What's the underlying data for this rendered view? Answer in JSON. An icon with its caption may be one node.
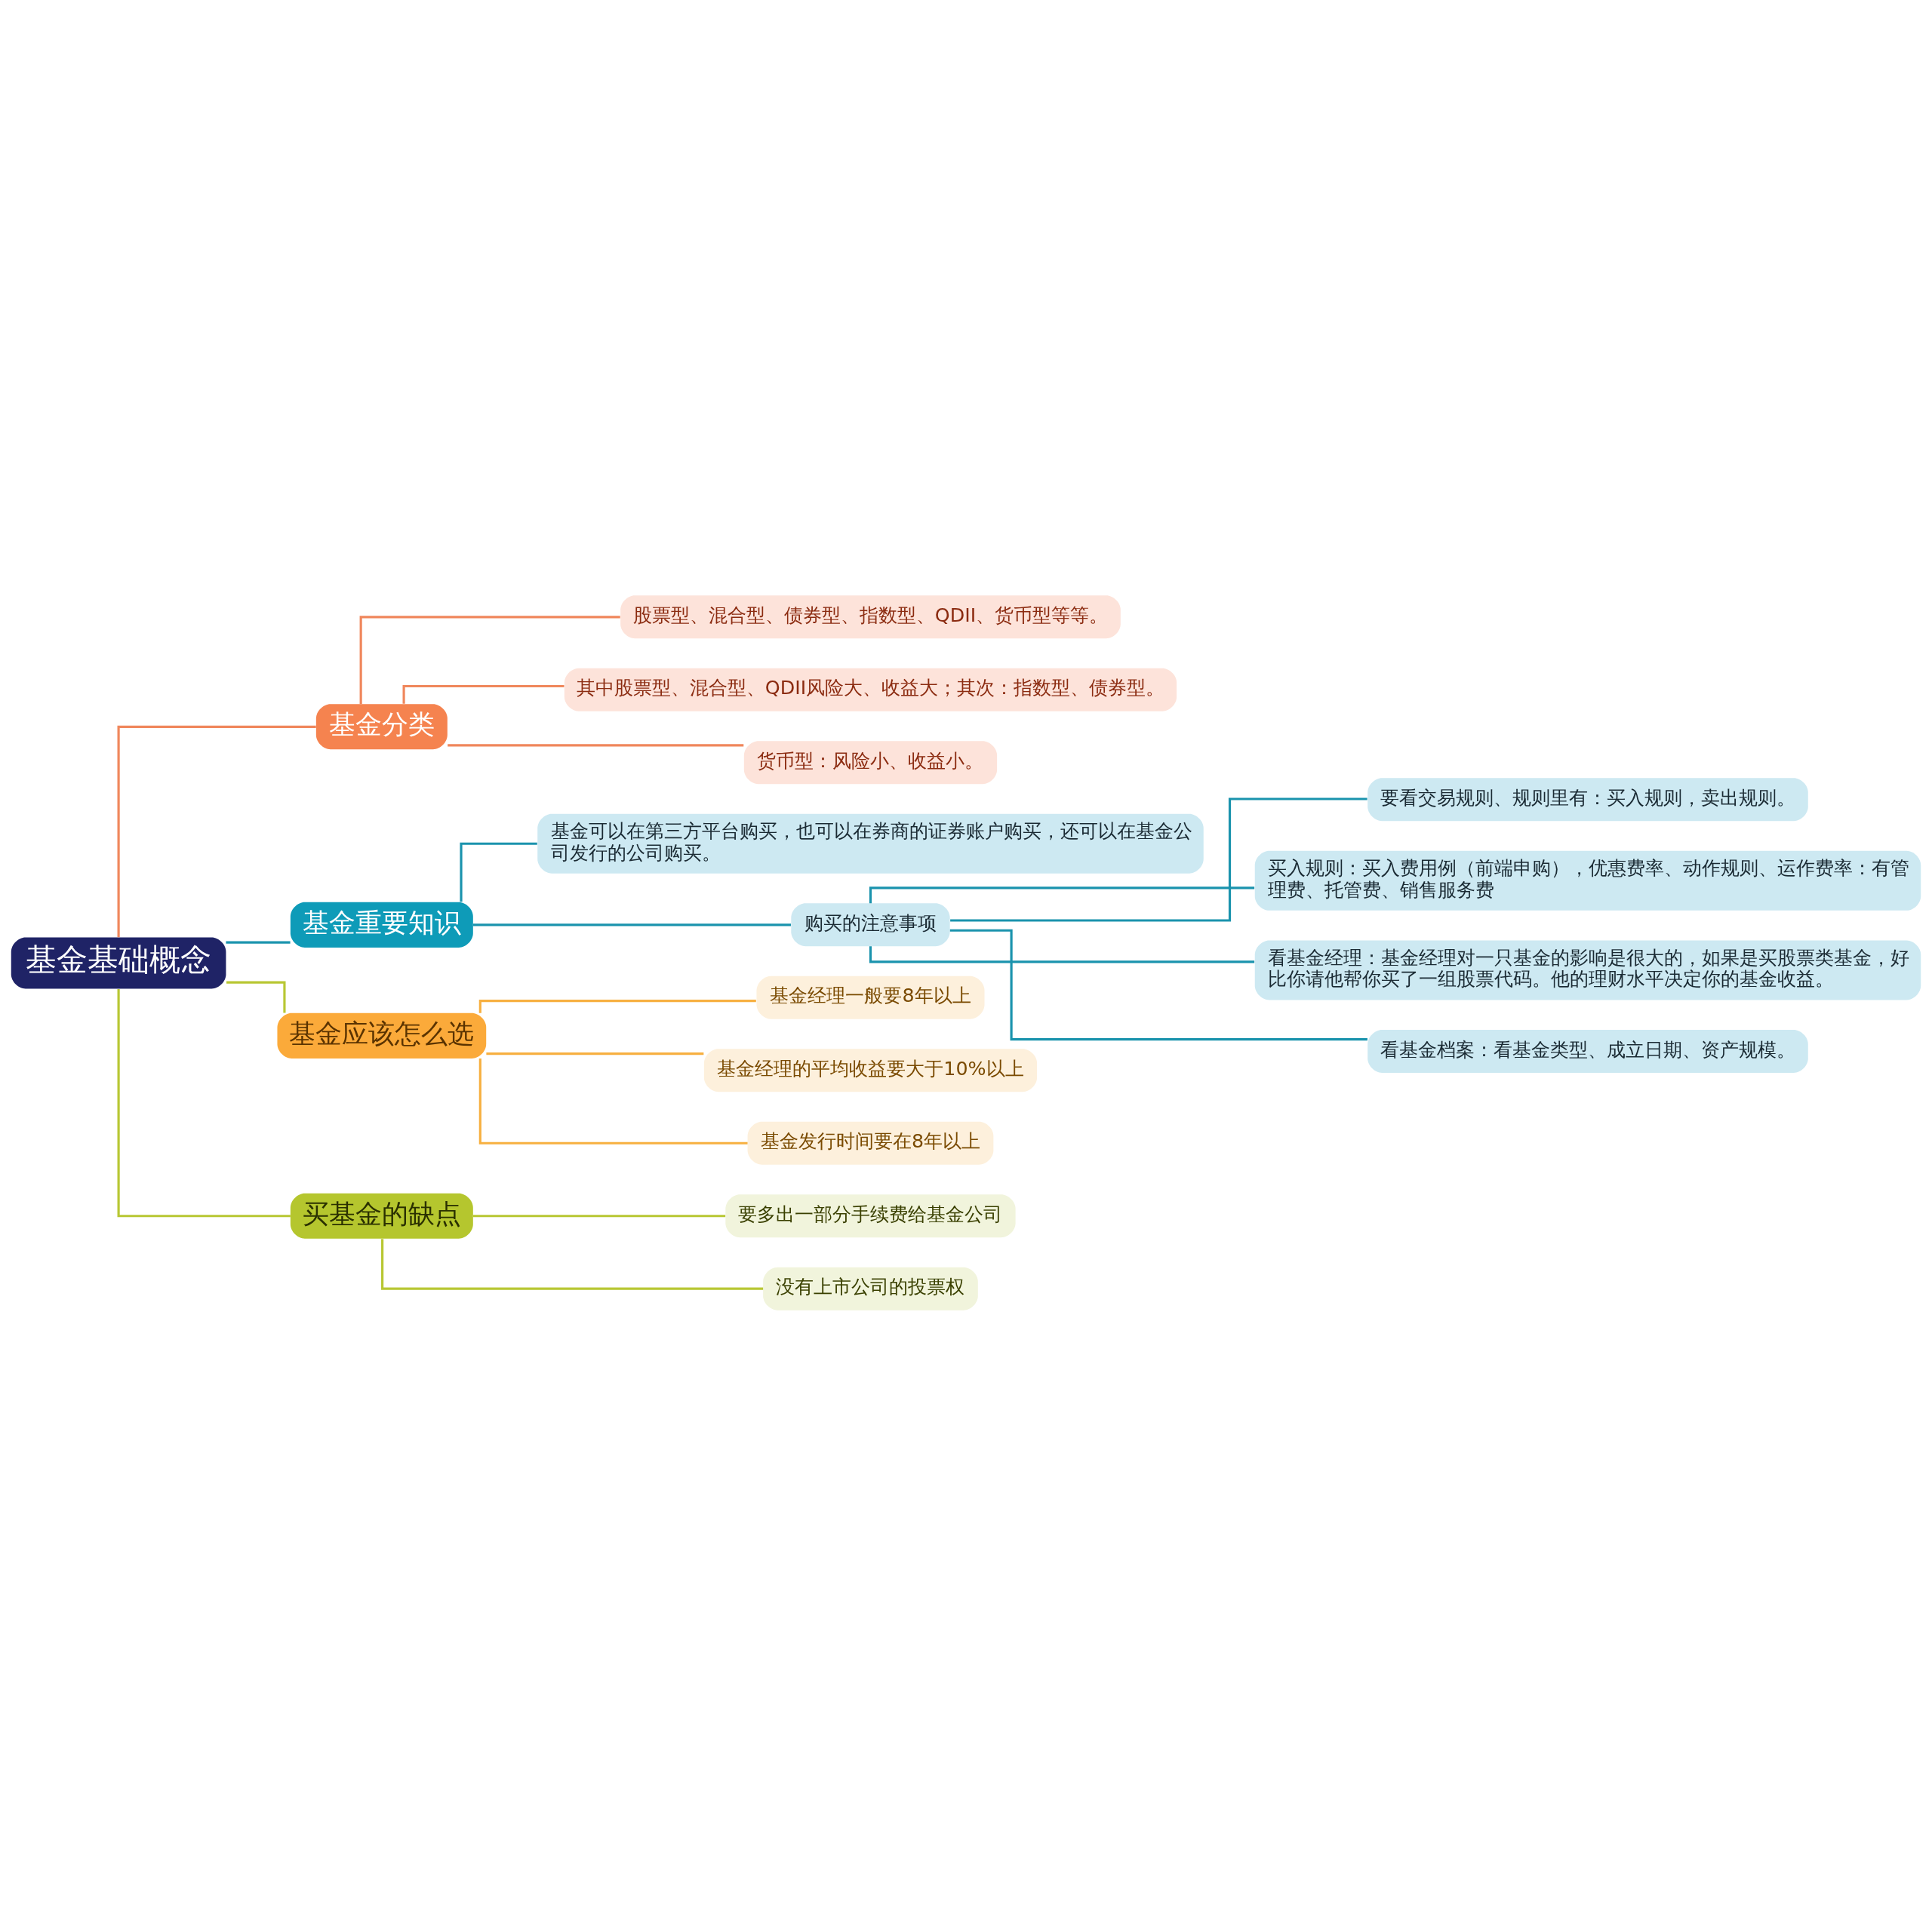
{
  "diagram": {
    "nodes": [
      {
        "text": [
          "基金基础概念"
        ]
      },
      {
        "text": [
          "基金分类"
        ]
      },
      {
        "text": [
          "股票型、混合型、债券型、指数型、QDII、货币型等等。"
        ]
      },
      {
        "text": [
          "其中股票型、混合型、QDII风险大、收益大；其次：指数型、债券型。"
        ]
      },
      {
        "text": [
          "货币型：风险小、收益小。"
        ]
      },
      {
        "text": [
          "基金重要知识"
        ]
      },
      {
        "text": [
          "基金可以在第三方平台购买，也可以在券商的证券账户购买，还可以在基金公司发行的公司购买。"
        ]
      },
      {
        "text": [
          "购买的注意事项"
        ]
      },
      {
        "text": [
          "要看交易规则、规则里有：买入规则，卖出规则。"
        ]
      },
      {
        "text": [
          "买入规则：买入费用例（前端申购），优惠费率、动作规则、运作费率：有管理费、托管费、销售服务费"
        ]
      },
      {
        "text": [
          "看基金经理：基金经理对一只基金的影响是很大的，如果是买股票类基金，好比你请他帮你买了一组股票代码。他的理财水平决定你的基金收益。"
        ]
      },
      {
        "text": [
          "看基金档案：看基金类型、成立日期、资产规模。"
        ]
      },
      {
        "text": [
          "基金应该怎么选"
        ]
      },
      {
        "text": [
          "基金经理一般要8年以上"
        ]
      },
      {
        "text": [
          "基金经理的平均收益要大于10%以上"
        ]
      },
      {
        "text": [
          "基金发行时间要在8年以上"
        ]
      },
      {
        "text": [
          "买基金的缺点"
        ]
      },
      {
        "text": [
          "要多出一部分手续费给基金公司"
        ]
      },
      {
        "text": [
          "没有上市公司的投票权"
        ]
      }
    ],
    "edges": [
      {
        "from": 0,
        "to": 1,
        "arrow": "none",
        "color": "#f0875c"
      },
      {
        "from": 1,
        "to": 2,
        "arrow": "none",
        "color": "#f0875c"
      },
      {
        "from": 1,
        "to": 3,
        "arrow": "none",
        "color": "#f0875c"
      },
      {
        "from": 1,
        "to": 4,
        "arrow": "none",
        "color": "#f0875c"
      },
      {
        "from": 0,
        "to": 5,
        "arrow": "none",
        "color": "#1a93ad"
      },
      {
        "from": 5,
        "to": 6,
        "arrow": "none",
        "color": "#1a93ad"
      },
      {
        "from": 5,
        "to": 7,
        "arrow": "none",
        "color": "#1a93ad"
      },
      {
        "from": 7,
        "to": 8,
        "arrow": "none",
        "color": "#1a93ad"
      },
      {
        "from": 7,
        "to": 9,
        "arrow": "none",
        "color": "#1a93ad"
      },
      {
        "from": 7,
        "to": 10,
        "arrow": "none",
        "color": "#1a93ad"
      },
      {
        "from": 7,
        "to": 11,
        "arrow": "none",
        "color": "#1a93ad"
      },
      {
        "from": 0,
        "to": 12,
        "arrow": "none",
        "color": "#b8c733"
      },
      {
        "from": 12,
        "to": 13,
        "arrow": "none",
        "color": "#f7b040"
      },
      {
        "from": 12,
        "to": 14,
        "arrow": "none",
        "color": "#f7b040"
      },
      {
        "from": 12,
        "to": 15,
        "arrow": "none",
        "color": "#f7b040"
      },
      {
        "from": 0,
        "to": 16,
        "arrow": "none",
        "color": "#b8c733"
      },
      {
        "from": 16,
        "to": 17,
        "arrow": "none",
        "color": "#b8c733"
      },
      {
        "from": 16,
        "to": 18,
        "arrow": "none",
        "color": "#b8c733"
      }
    ]
  }
}
